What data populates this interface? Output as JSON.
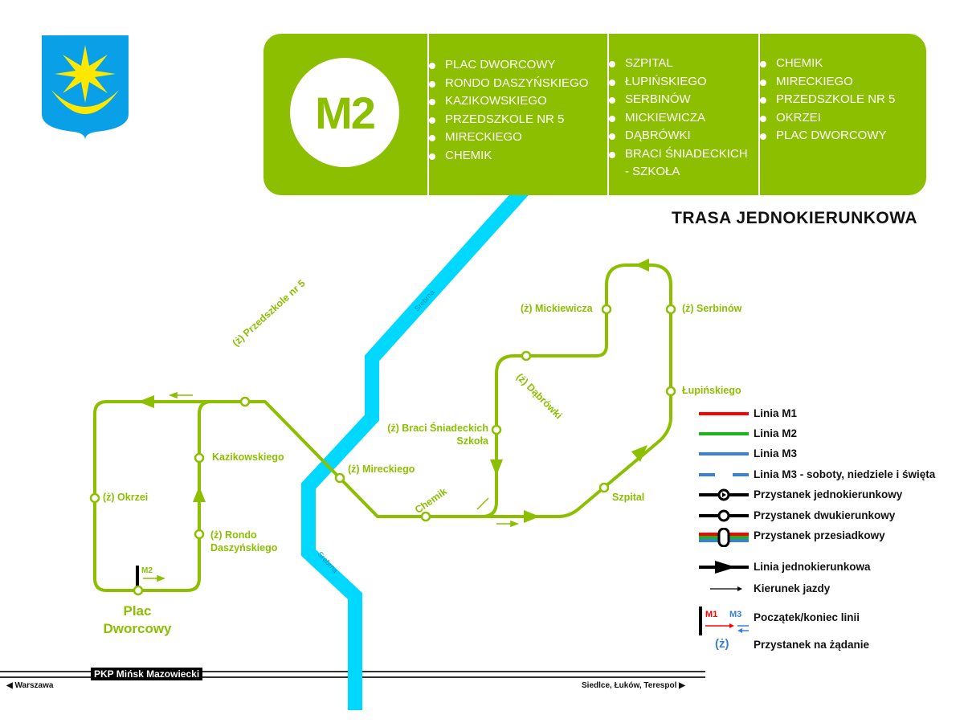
{
  "line": "M2",
  "header": {
    "columns": [
      [
        "PLAC DWORCOWY",
        "RONDO DASZYŃSKIEGO",
        "KAZIKOWSKIEGO",
        "PRZEDSZKOLE NR 5",
        "MIRECKIEGO",
        "CHEMIK"
      ],
      [
        "SZPITAL",
        "ŁUPIŃSKIEGO",
        "SERBINÓW",
        "MICKIEWICZA",
        "DĄBRÓWKI",
        "BRACI ŚNIADECKICH",
        "- SZKOŁA"
      ],
      [
        "CHEMIK",
        "MIRECKIEGO",
        "PRZEDSZKOLE NR 5",
        "OKRZEI",
        "PLAC DWORCOWY"
      ]
    ]
  },
  "route_type": "TRASA JEDNOKIERUNKOWA",
  "map": {
    "river": "Srebrna",
    "terminus": "Plac Dworcowy",
    "terminus_line1": "Plac",
    "terminus_line2": "Dworcowy",
    "terminus_tag": "M2",
    "stops": {
      "przedszkole": "(ż) Przedszkole nr 5",
      "kazikowskiego": "Kazikowskiego",
      "okrzei": "(ż) Okrzei",
      "rondo1": "(ż) Rondo",
      "rondo2": "Daszyńskiego",
      "mireckiego": "(ż) Mireckiego",
      "chemik": "Chemik",
      "braci1": "(ż) Braci Śniadeckich",
      "braci2": "Szkoła",
      "dabrowki": "(ż) Dąbrówki",
      "mickiewicza": "(ż) Mickiewicza",
      "serbinow": "(ż) Serbinów",
      "lupinskiego": "Łupińskiego",
      "szpital": "Szpital"
    },
    "railway": {
      "station": "PKP Mińsk Mazowiecki",
      "west": "Warszawa",
      "east": "Siedlce, Łuków, Terespol"
    }
  },
  "legend": {
    "items": [
      "Linia M1",
      "Linia M2",
      "Linia M3",
      "Linia M3 - soboty, niedziele i święta",
      "Przystanek jednokierunkowy",
      "Przystanek dwukierunkowy",
      "Przystanek przesiadkowy",
      "Linia jednokierunkowa",
      "Kierunek jazdy",
      "Początek/koniec linii",
      "Przystanek na żądanie"
    ],
    "m1": "M1",
    "m3": "M3",
    "request_symbol": "(ż)",
    "colors": {
      "m1": "#ff0000",
      "m2": "#1db31d",
      "m3": "#3a7fdc",
      "route": "#8cbf00",
      "river": "#00d8ff"
    }
  }
}
